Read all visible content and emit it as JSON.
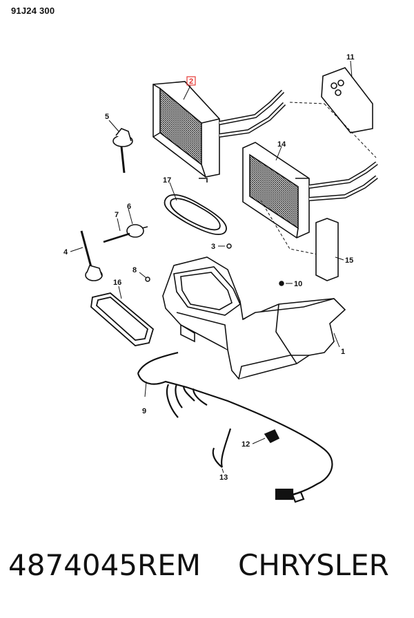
{
  "diagram": {
    "code": "91J24 300",
    "highlighted_callout": "2",
    "highlight_color": "#e53935",
    "callouts": [
      "1",
      "2",
      "3",
      "4",
      "5",
      "6",
      "7",
      "8",
      "9",
      "10",
      "11",
      "12",
      "13",
      "14",
      "15",
      "16",
      "17"
    ]
  },
  "footer": {
    "part_number": "4874045REM",
    "manufacturer": "CHRYSLER"
  }
}
